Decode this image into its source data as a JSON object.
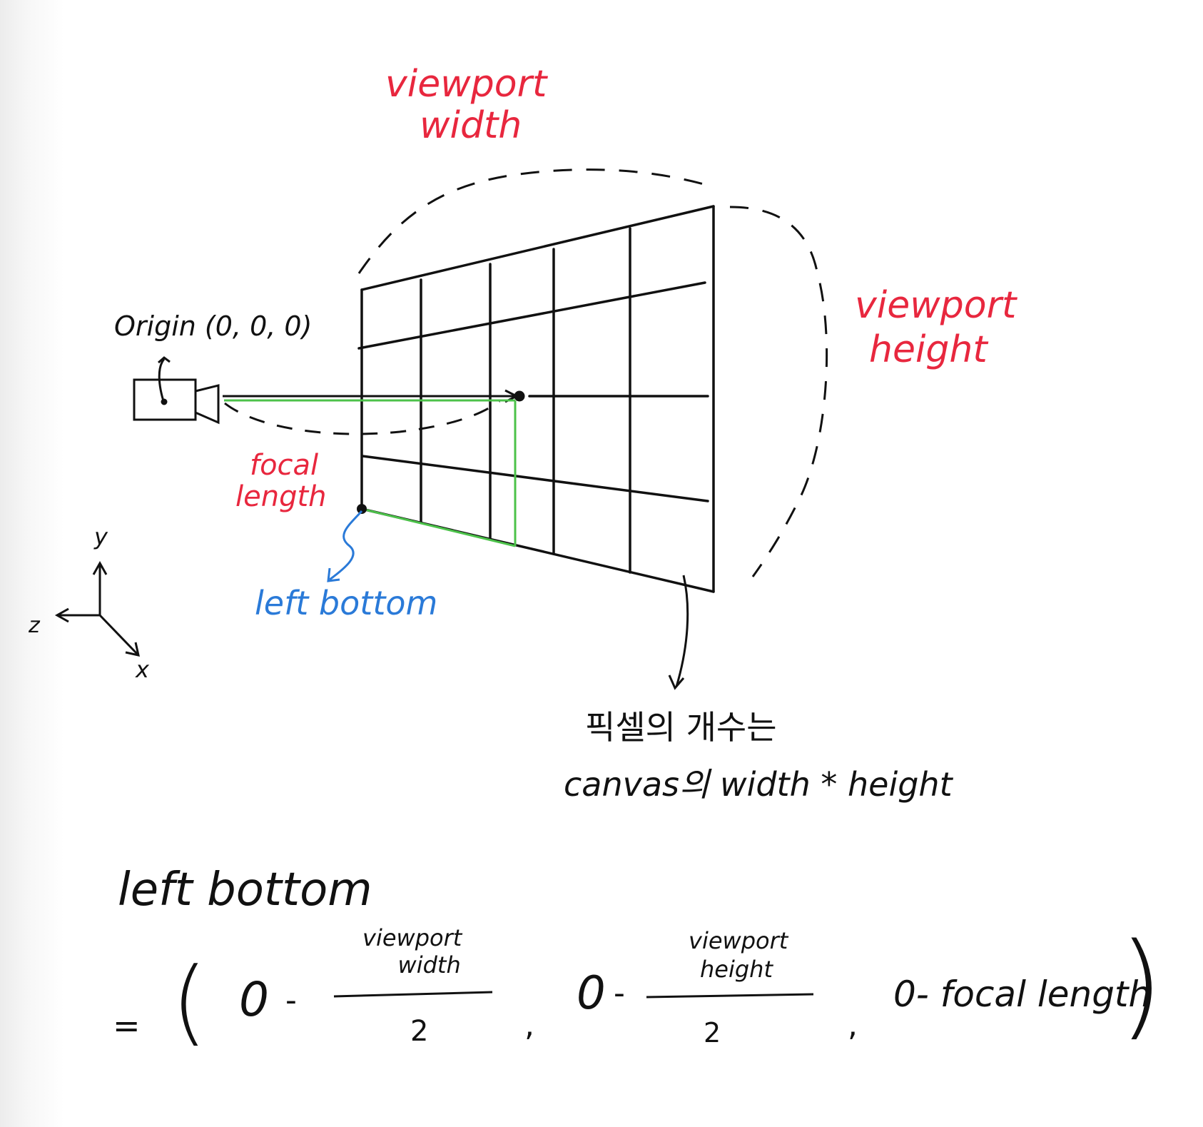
{
  "labels": {
    "viewport_width": [
      "viewport",
      "width"
    ],
    "viewport_height": [
      "viewport",
      "height"
    ],
    "origin": "Origin (0, 0, 0)",
    "focal_length": [
      "focal",
      "length"
    ],
    "left_bottom_marker": "left bottom",
    "pixel_note": [
      "픽셀의 개수는",
      "canvas의 width * height"
    ]
  },
  "axes": {
    "y": "y",
    "z": "z",
    "x": "x"
  },
  "formula": {
    "heading": "left bottom",
    "equals": "=",
    "open_paren": "(",
    "close_paren": ")",
    "term_x": {
      "minuend": "0",
      "minus": "-",
      "numerator": [
        "viewport",
        "width"
      ],
      "denominator": "2"
    },
    "term_y": {
      "minuend": "0",
      "minus": "-",
      "numerator": [
        "viewport",
        "height"
      ],
      "denominator": "2"
    },
    "term_z": "0- focal length",
    "separator": ","
  },
  "colors": {
    "ink": "#111111",
    "red_annotation": "#e8273e",
    "blue_annotation": "#2a7ad8",
    "green_guide": "#4cc24a"
  }
}
